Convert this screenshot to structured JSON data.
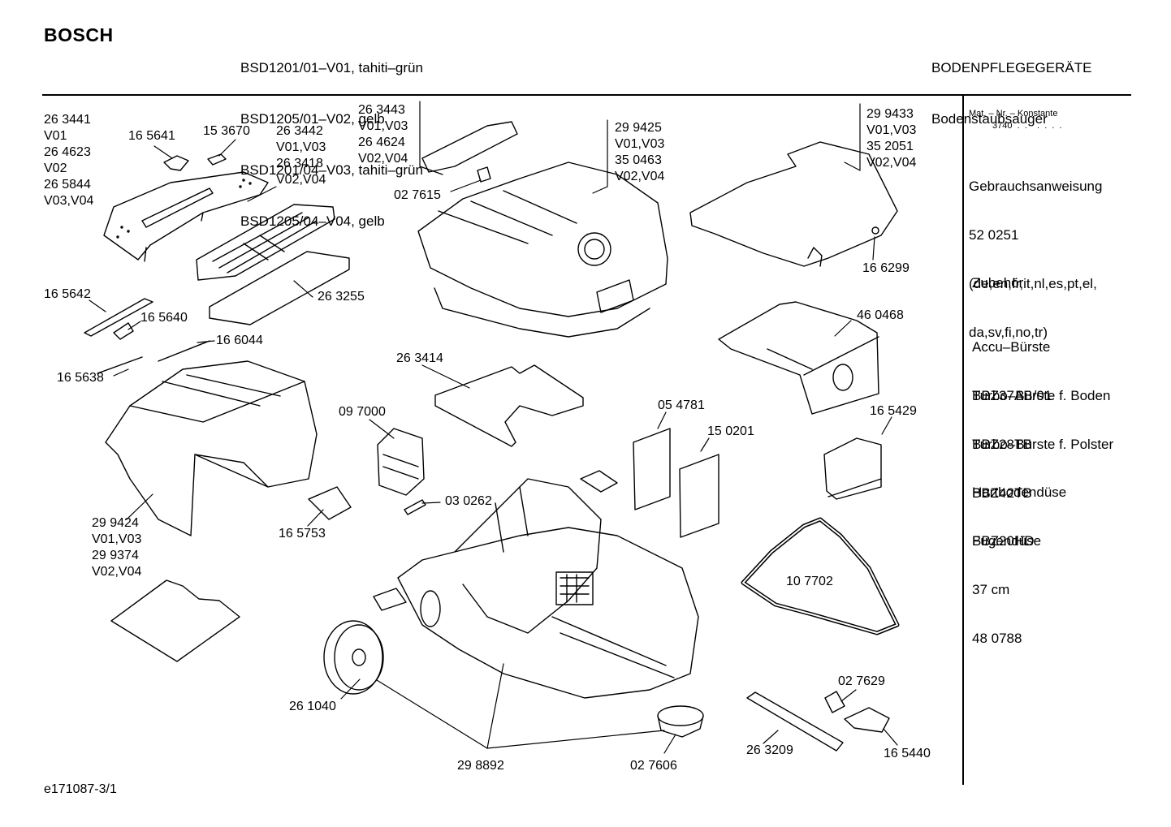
{
  "header": {
    "brand": "BOSCH",
    "models": [
      "BSD1201/01–V01, tahiti–grün",
      "BSD1205/01–V02, gelb",
      "BSD1201/04–V03, tahiti–grün",
      "BSD1205/04–V04, gelb"
    ],
    "category": "BODENPFLEGEGERÄTE",
    "subcategory": "Bodenstaubsauger"
  },
  "sidebar": {
    "mat_nr": "Mat. – Nr. – Konstante",
    "mat_val": "3740  .  .    .  .  .  .",
    "manual": [
      "Gebrauchsanweisung",
      "52 0251",
      "(de,en,fr,it,nl,es,pt,el,",
      "da,sv,fi,no,tr)"
    ],
    "accessories_title": "Zubehör",
    "accessories": [
      [
        "Accu–Bürste",
        "BBZ37AB/01"
      ],
      [
        "Turbo–Bürste f. Boden",
        "BBZ28TB"
      ],
      [
        "Turbo–Bürste f. Polster",
        "BBZ42TB"
      ],
      [
        "Hartbodendüse",
        "BBZ20HD"
      ],
      [
        "Fugendüse",
        "37 cm",
        "48 0788"
      ]
    ]
  },
  "parts": {
    "p1": "26 3441\nV01\n26 4623\nV02\n26 5844\nV03,V04",
    "p2": "16 5641",
    "p3": "15 3670",
    "p4": "26 3442\nV01,V03\n26 3418\nV02,V04",
    "p5": "26 3443\nV01,V03\n26 4624\nV02,V04",
    "p6": "29 9425\nV01,V03\n35 0463\nV02,V04",
    "p7": "02 7615",
    "p8": "29 9433\nV01,V03\n35 2051\nV02,V04",
    "p9": "16 6299",
    "p10": "26 3255",
    "p11": "16 5642",
    "p12": "16 5640",
    "p13": "16 6044",
    "p14": "16 5638",
    "p15": "46 0468",
    "p16": "26 3414",
    "p17": "09 7000",
    "p18": "05 4781",
    "p19": "15 0201",
    "p20": "16 5429",
    "p21": "03 0262",
    "p22": "16 5753",
    "p23": "29 9424\nV01,V03\n29 9374\nV02,V04",
    "p24": "10 7702",
    "p25": "26 1040",
    "p26": "02 7629",
    "p27": "26 3209",
    "p28": "16 5440",
    "p29": "29 8892",
    "p30": "02 7606"
  },
  "footer": "e171087-3/1"
}
